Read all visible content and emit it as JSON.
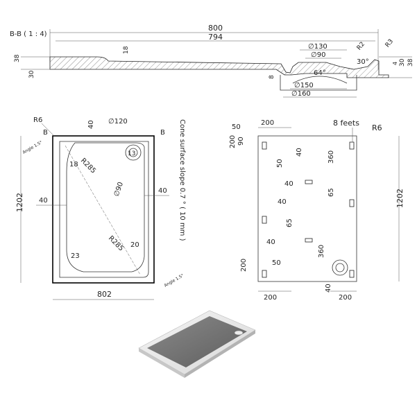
{
  "section": {
    "title": "B-B ( 1 : 4)",
    "dims": {
      "d800": "800",
      "d794": "794",
      "d18": "18",
      "d38l": "38",
      "d30l": "30",
      "d8": "8",
      "d130": "∅130",
      "d90": "∅90",
      "d150": "∅150",
      "d160": "∅160",
      "a64": "64°",
      "a30": "30°",
      "r3": "R3",
      "r2": "R2",
      "d38r": "38",
      "d30r": "30",
      "d4": "4"
    }
  },
  "plan": {
    "labels": {
      "r6": "R6",
      "b1": "B",
      "b2": "B",
      "d40top": "40",
      "d120": "∅120",
      "d13": "13",
      "r285a": "R285",
      "d18": "18",
      "d90": "∅90",
      "d40left": "40",
      "d40right": "40",
      "d1202": "1202",
      "r285b": "R285",
      "d20": "20",
      "d23": "23",
      "angle1": "Angle 1.5°",
      "angle2": "Angle 1.5°",
      "d802": "802",
      "slope": "Cone surface slope 0.7 ° ( 10 mm )"
    }
  },
  "feet": {
    "labels": {
      "count": "8 feets",
      "r6": "R6",
      "d200top": "200",
      "d50top": "50",
      "d200left": "200",
      "d90": "90",
      "d40a": "40",
      "d50a": "50",
      "d360a": "360",
      "d40b": "40",
      "d65a": "65",
      "d40c": "40",
      "d65b": "65",
      "d40d": "40",
      "d360b": "360",
      "d50b": "50",
      "d200left2": "200",
      "d1202": "1202",
      "d200bl": "200",
      "d40bot": "40",
      "d200br": "200"
    }
  }
}
